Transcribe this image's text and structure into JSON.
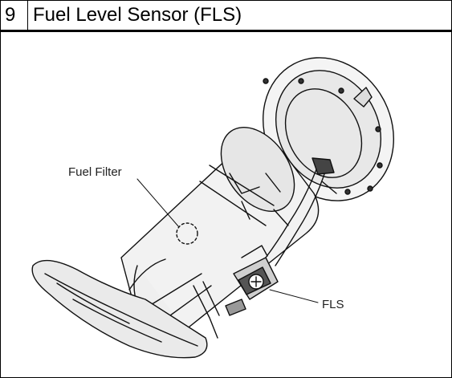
{
  "section": {
    "number": "9",
    "title": "Fuel Level Sensor (FLS)"
  },
  "figure": {
    "labels": {
      "fuel_filter": "Fuel Filter",
      "fls": "FLS"
    }
  }
}
